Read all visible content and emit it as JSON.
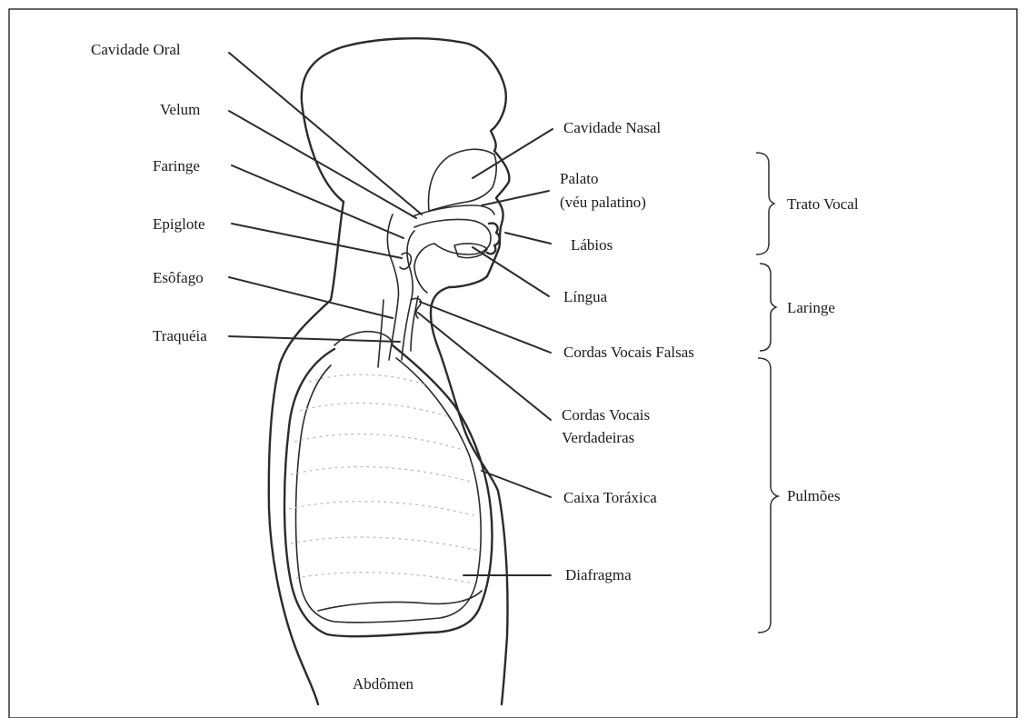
{
  "labels": {
    "cavidade_oral": "Cavidade Oral",
    "velum": "Velum",
    "faringe": "Faringe",
    "epiglote": "Epiglote",
    "esofago": "Esôfago",
    "traqueia": "Traquéia",
    "cavidade_nasal": "Cavidade Nasal",
    "palato_1": "Palato",
    "palato_2": "(véu palatino)",
    "labios": "Lábios",
    "lingua": "Língua",
    "cordas_falsas": "Cordas Vocais Falsas",
    "cordas_verdadeiras_1": "Cordas Vocais",
    "cordas_verdadeiras_2": "Verdadeiras",
    "caixa_toracica": "Caixa Toráxica",
    "diafragma": "Diafragma",
    "abdomen": "Abdômen"
  },
  "groups": {
    "trato_vocal": "Trato Vocal",
    "laringe": "Laringe",
    "pulmoes": "Pulmões"
  }
}
